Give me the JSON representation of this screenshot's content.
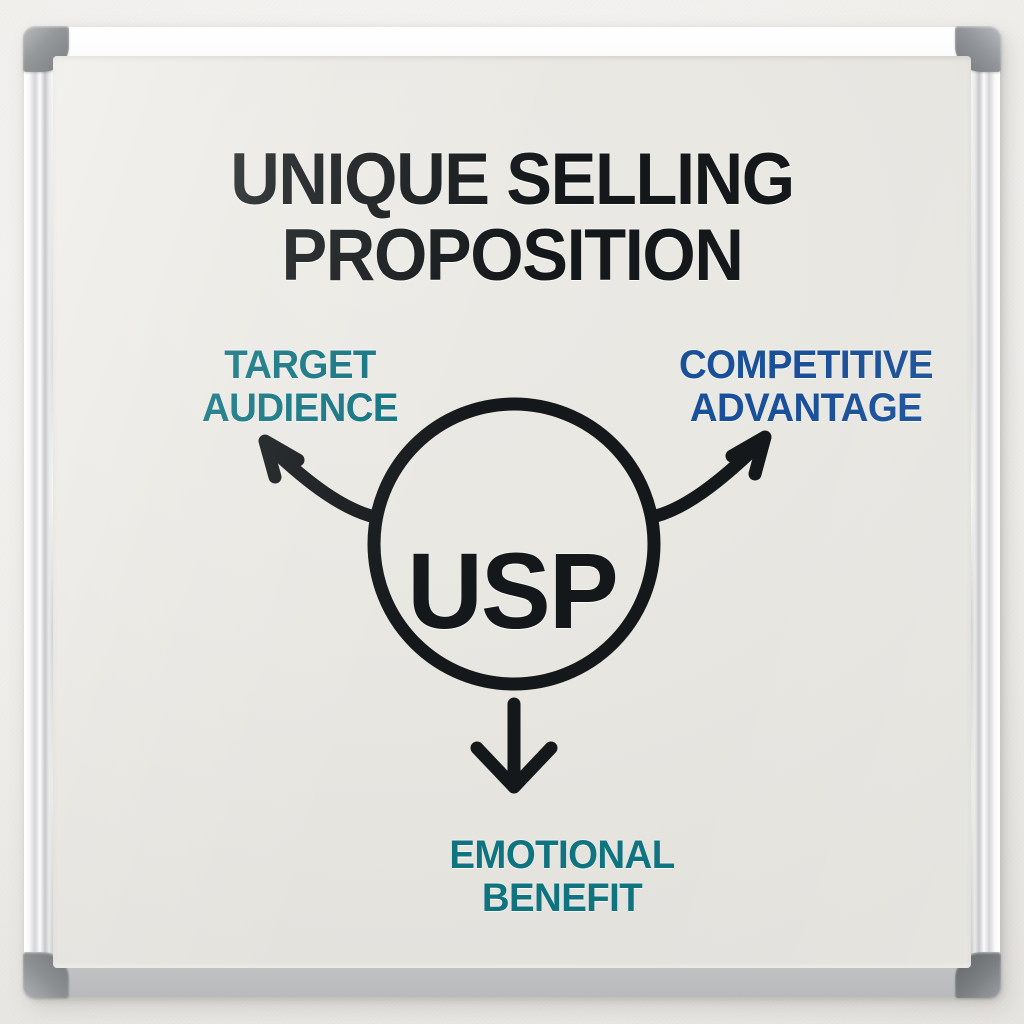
{
  "scene": {
    "kind": "whiteboard-diagram",
    "wall_color": "#efeeeb",
    "board_surface_color": "#e9e7e2",
    "frame_color": "#d4d5d6",
    "corner_cap_color": "#8a8d90"
  },
  "title": {
    "text": "UNIQUE SELLING\nPROPOSITION",
    "color": "#15181a"
  },
  "center": {
    "node_label": "USP",
    "node_color": "#15181a",
    "circle_stroke_color": "#15181a"
  },
  "branches": [
    {
      "id": "target-audience",
      "label": "TARGET\nAUDIENCE",
      "color": "#107380",
      "direction": "up-left",
      "arrow_color": "#15181a"
    },
    {
      "id": "competitive-advantage",
      "label": "COMPETITIVE\nADVANTAGE",
      "color": "#1a5099",
      "direction": "up-right",
      "arrow_color": "#15181a"
    },
    {
      "id": "emotional-benefit",
      "label": "EMOTIONAL\nBENEFIT",
      "color": "#107380",
      "direction": "down",
      "arrow_color": "#15181a"
    }
  ]
}
